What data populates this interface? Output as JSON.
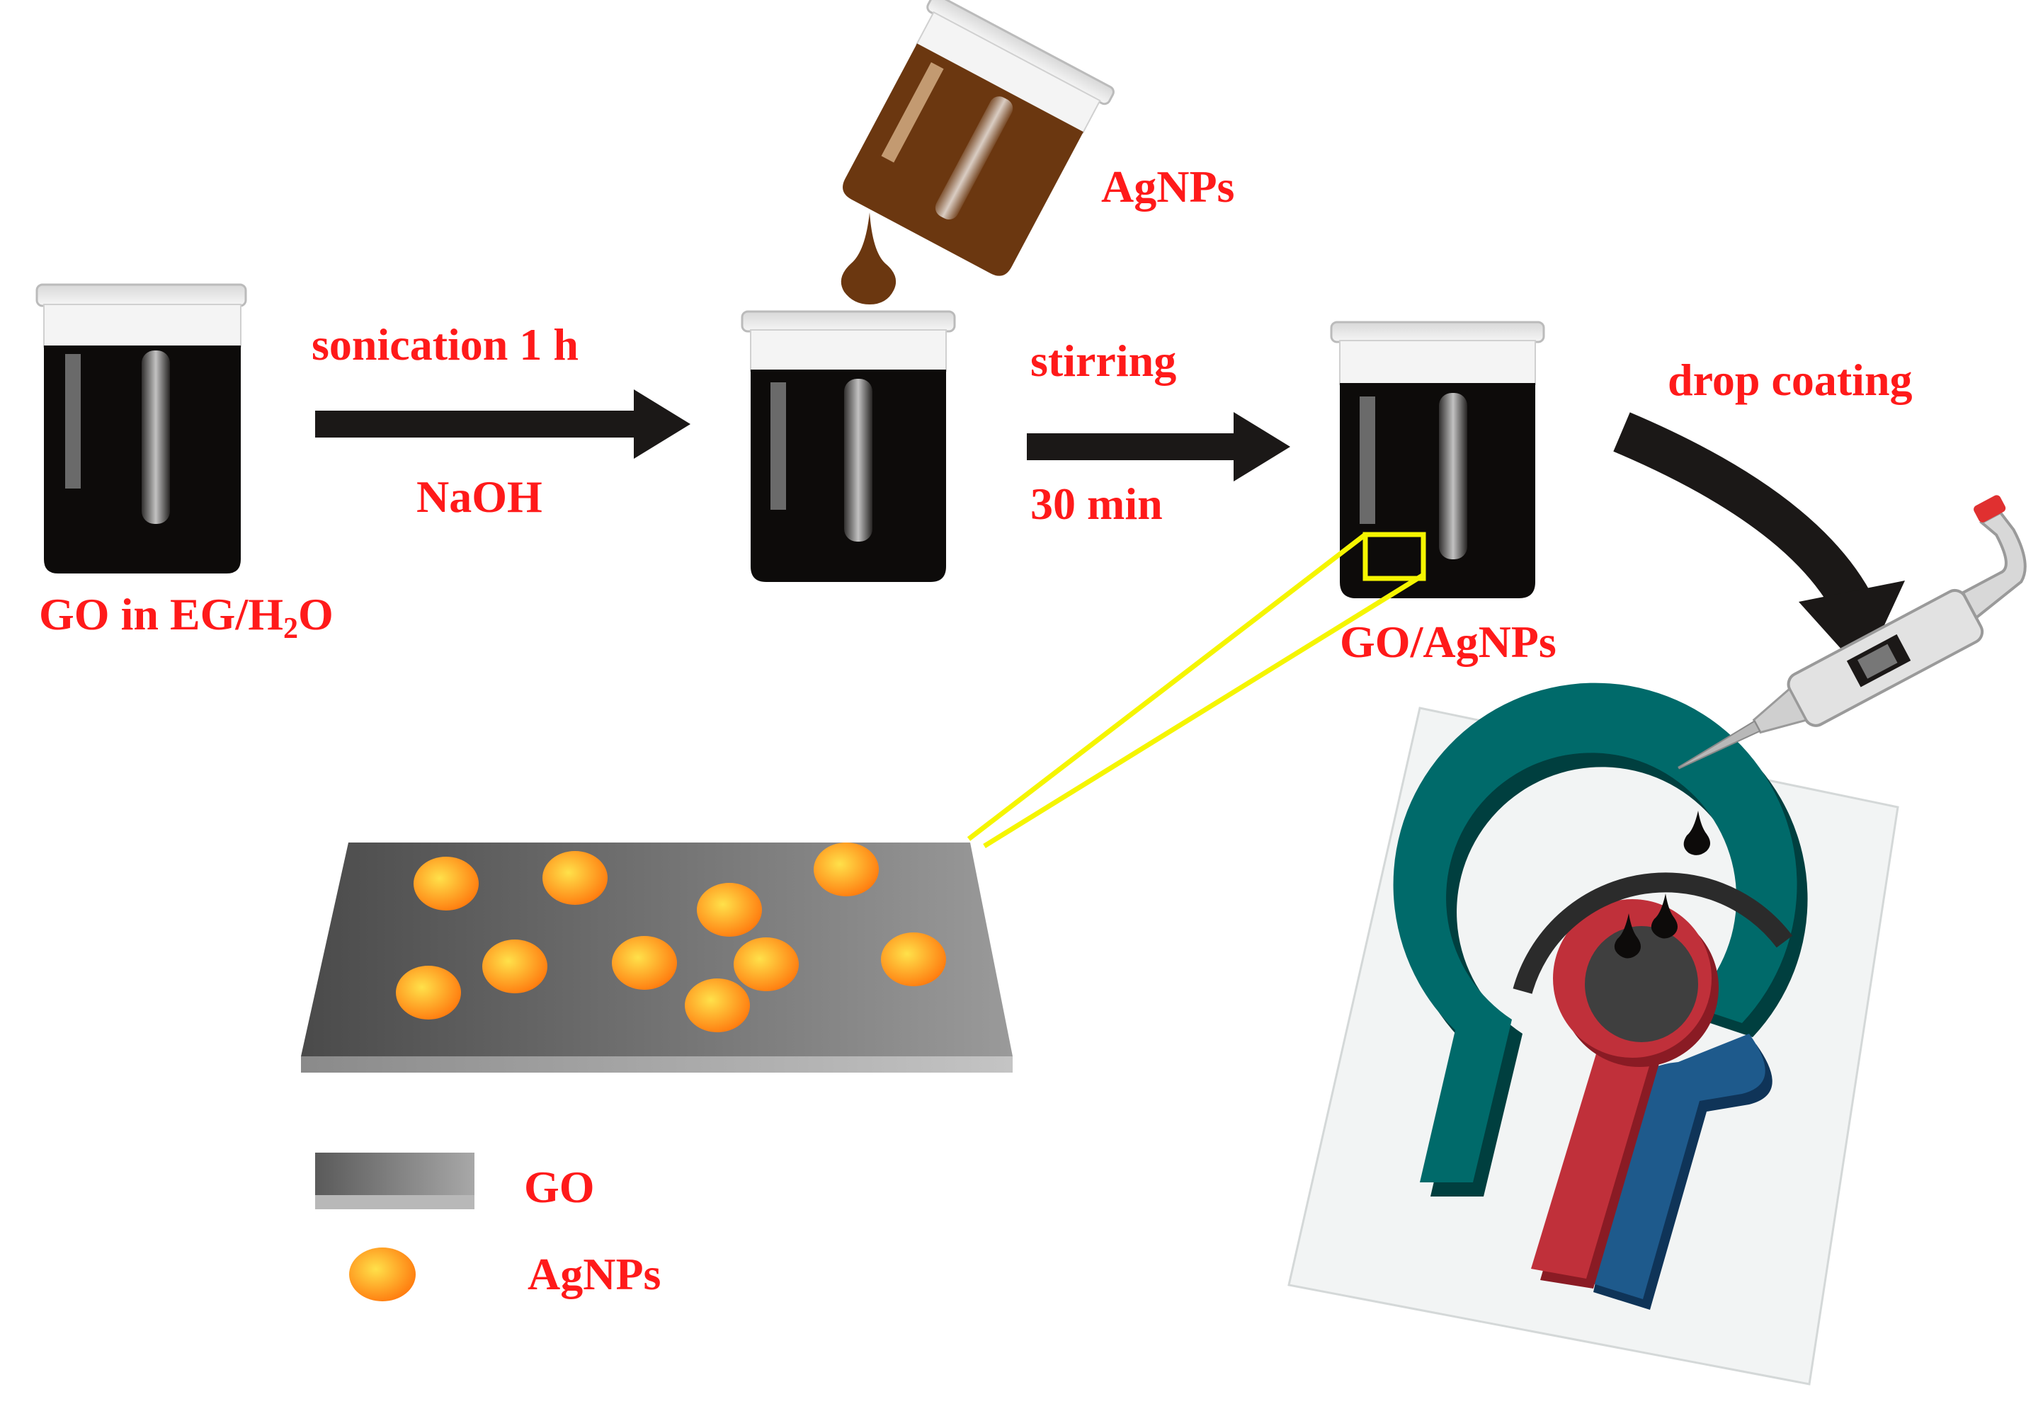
{
  "colors": {
    "label": "#ff1a1a",
    "liquid": "#0d0b0a",
    "agnps_liquid": "#6b3710",
    "arrow": "#1b1817",
    "zoom_line": "#f5f500",
    "go_sheet": "#7a7a7a",
    "agnp": "#ff8c1a",
    "electrode_counter": "#006060",
    "electrode_working": "#c0303a",
    "electrode_reference": "#1e5a8c"
  },
  "labels": {
    "go_prefix": "GO in EG/H",
    "go_sub": "2",
    "go_suffix": "O",
    "sonication": "sonication 1 h",
    "naoh": "NaOH",
    "agnps_top": "AgNPs",
    "stirring": "stirring",
    "min30": "30 min",
    "go_agnps": "GO/AgNPs",
    "drop_coating": "drop coating"
  },
  "legend": {
    "go": "GO",
    "agnps": "AgNPs"
  }
}
